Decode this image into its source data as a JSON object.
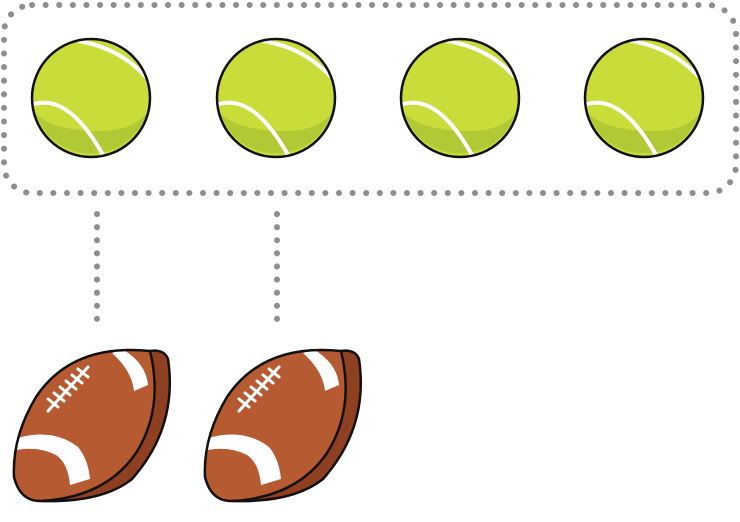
{
  "group": {
    "tennis_ball_count": 4,
    "border_color": "#8e8e8e"
  },
  "connectors": {
    "count": 2,
    "color": "#8e8e8e"
  },
  "footballs": {
    "count": 2
  },
  "colors": {
    "tennis_ball": "#c9dc3a",
    "tennis_ball_shade": "#b0c935",
    "tennis_ball_seam": "#ffffff",
    "football": "#b65a31",
    "football_dark": "#8f4020",
    "football_stripe": "#ffffff",
    "outline": "#111111"
  }
}
